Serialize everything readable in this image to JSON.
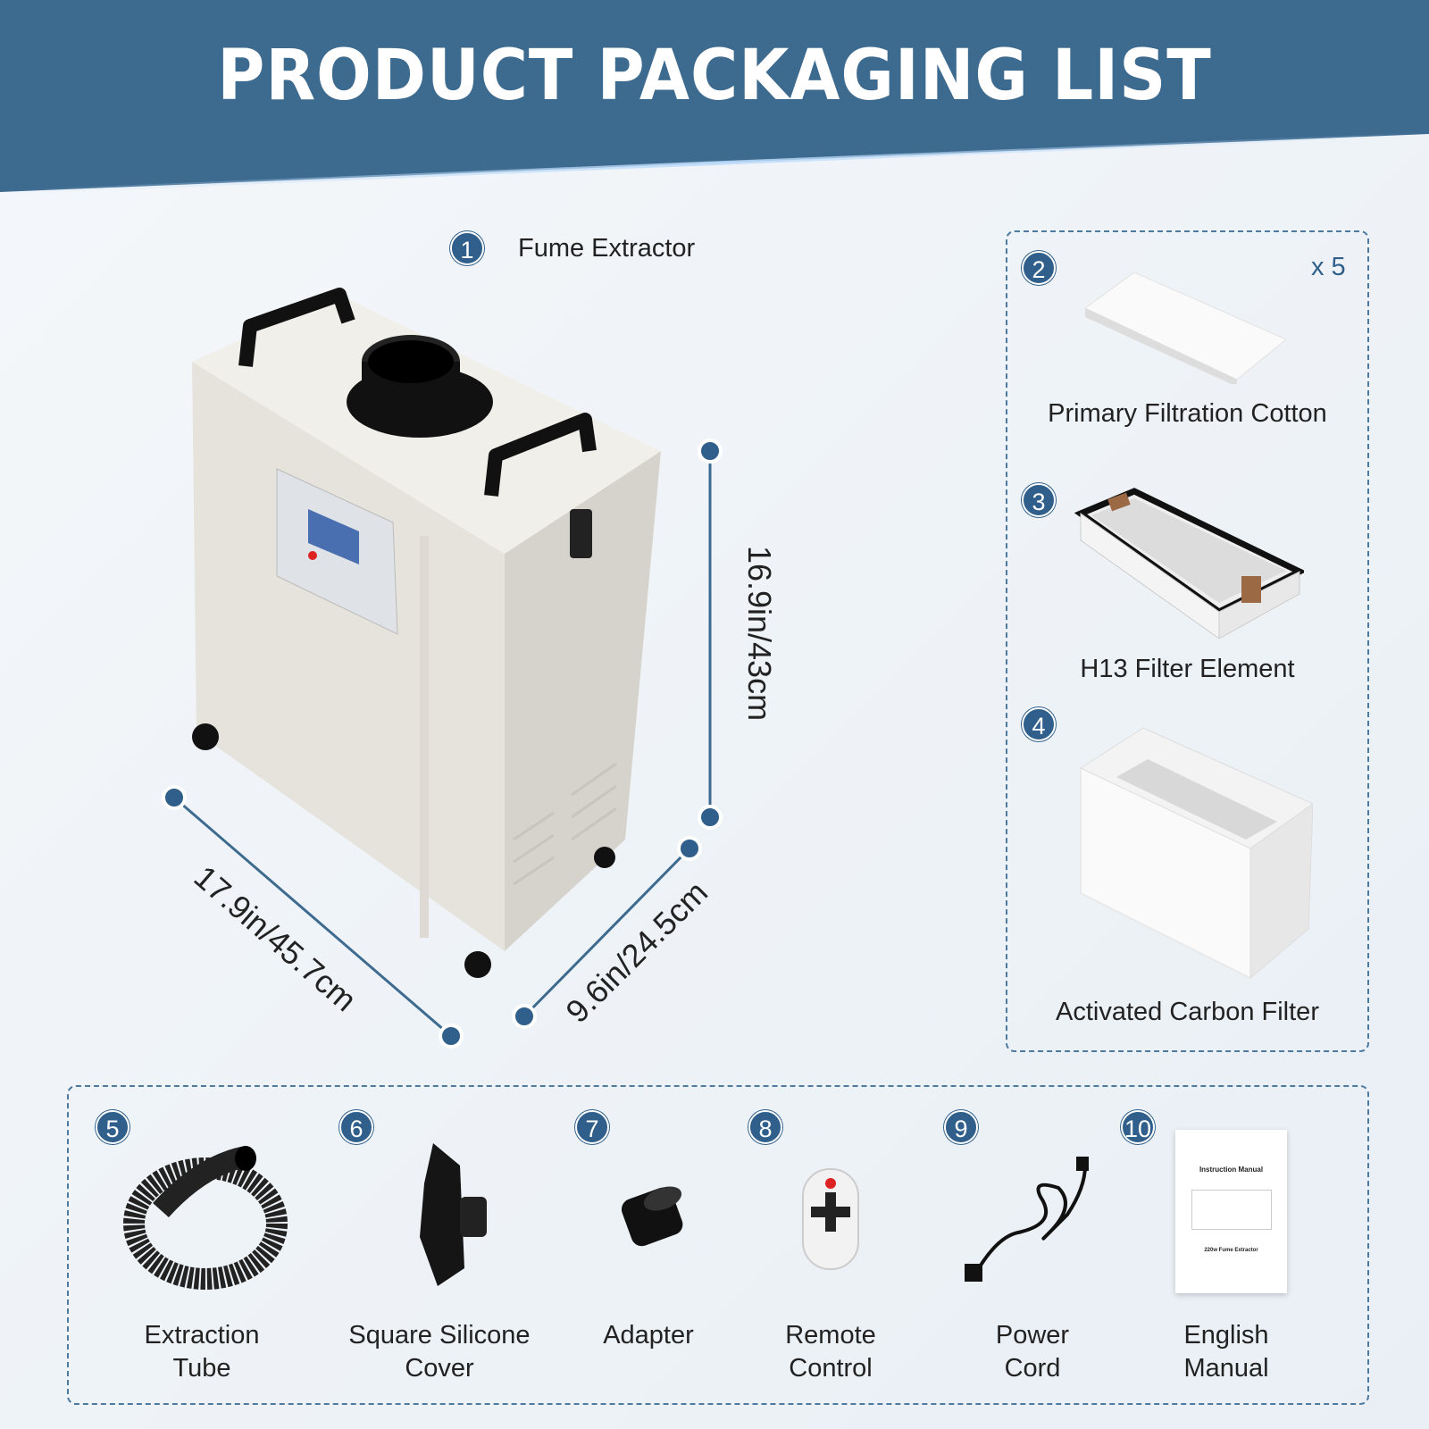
{
  "title": "PRODUCT PACKAGING LIST",
  "accent": "#3d6a8f",
  "main_item": {
    "number": "1",
    "label": "Fume Extractor",
    "dimensions": {
      "height": "16.9in/43cm",
      "length": "17.9in/45.7cm",
      "width": "9.6in/24.5cm"
    }
  },
  "filters": [
    {
      "number": "2",
      "label": "Primary Filtration Cotton",
      "qty": "x 5"
    },
    {
      "number": "3",
      "label": "H13 Filter Element"
    },
    {
      "number": "4",
      "label": "Activated Carbon Filter"
    }
  ],
  "accessories": [
    {
      "number": "5",
      "line1": "Extraction",
      "line2": "Tube"
    },
    {
      "number": "6",
      "line1": "Square Silicone",
      "line2": "Cover"
    },
    {
      "number": "7",
      "line1": "Adapter",
      "line2": ""
    },
    {
      "number": "8",
      "line1": "Remote",
      "line2": "Control"
    },
    {
      "number": "9",
      "line1": "Power",
      "line2": "Cord"
    },
    {
      "number": "10",
      "line1": "English",
      "line2": "Manual"
    }
  ],
  "manual_cover": {
    "title": "Instruction Manual",
    "subtitle": "220w Fume Extractor"
  }
}
